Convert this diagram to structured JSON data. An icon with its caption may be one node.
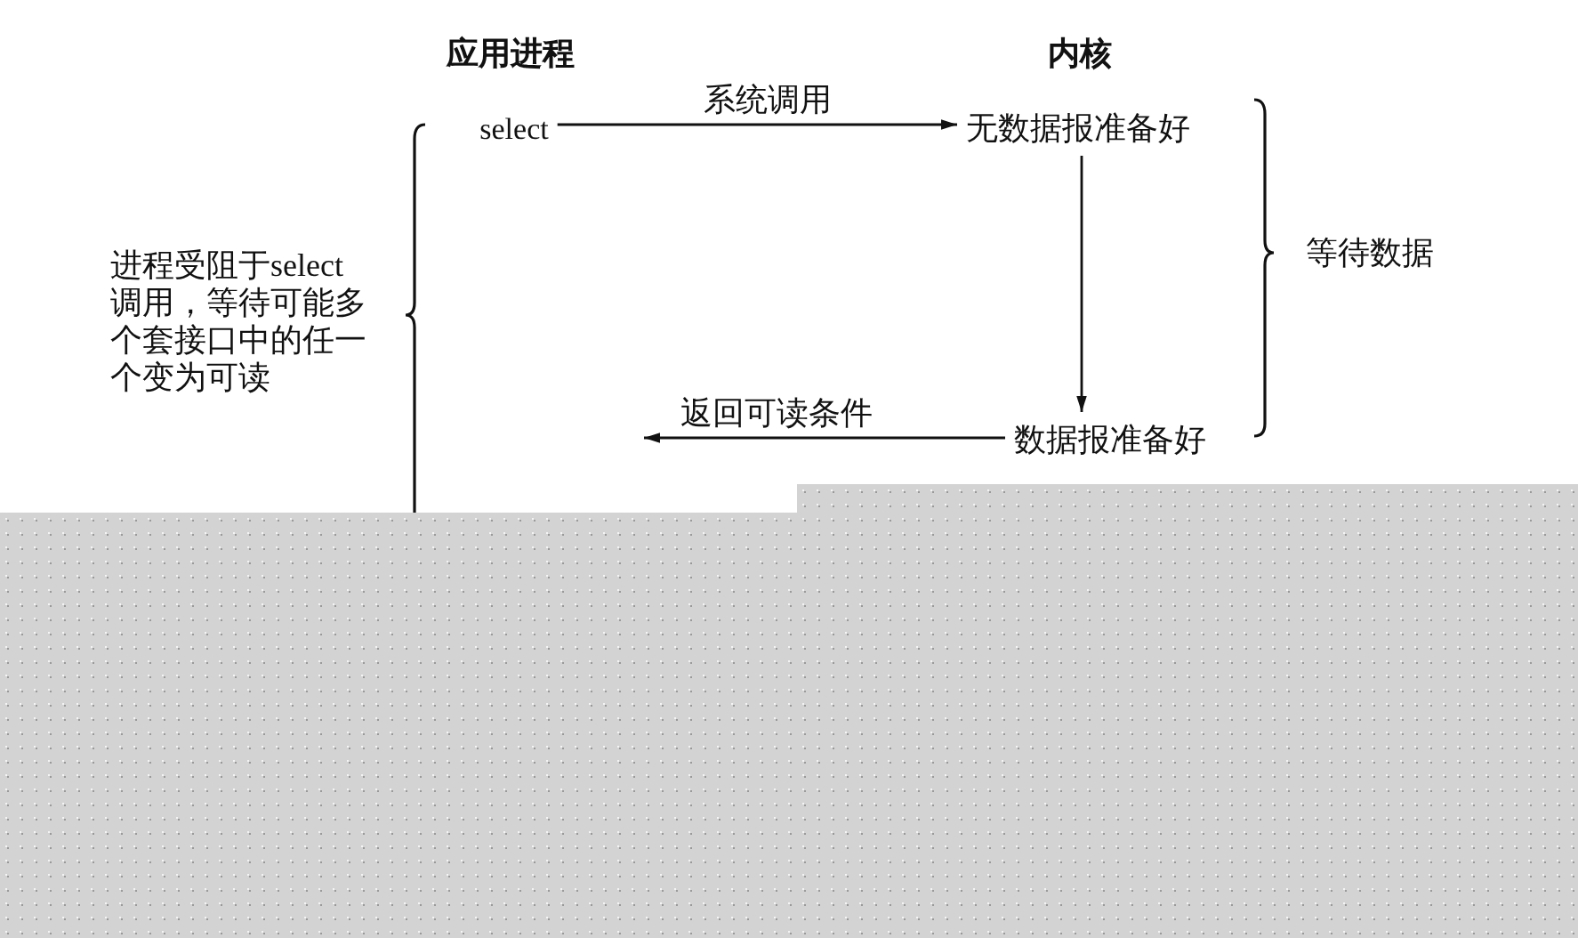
{
  "diagram": {
    "nodes": [
      {
        "text": [
          "select"
        ]
      },
      {
        "text": [
          "无数据报准备好"
        ]
      },
      {
        "text": [
          "数据报准备好"
        ]
      }
    ],
    "edges": [
      {
        "from": 0,
        "to": 1,
        "arrow": "to",
        "label": "系统调用"
      },
      {
        "from": 1,
        "to": 2,
        "arrow": "to"
      },
      {
        "from": 2,
        "to": null,
        "arrow": "to",
        "label": "返回可读条件"
      }
    ],
    "labels": [
      "应用进程",
      "内核",
      "进程受阻于select调用，等待可能多个套接口中的任一个变为可读",
      "等待数据"
    ]
  }
}
